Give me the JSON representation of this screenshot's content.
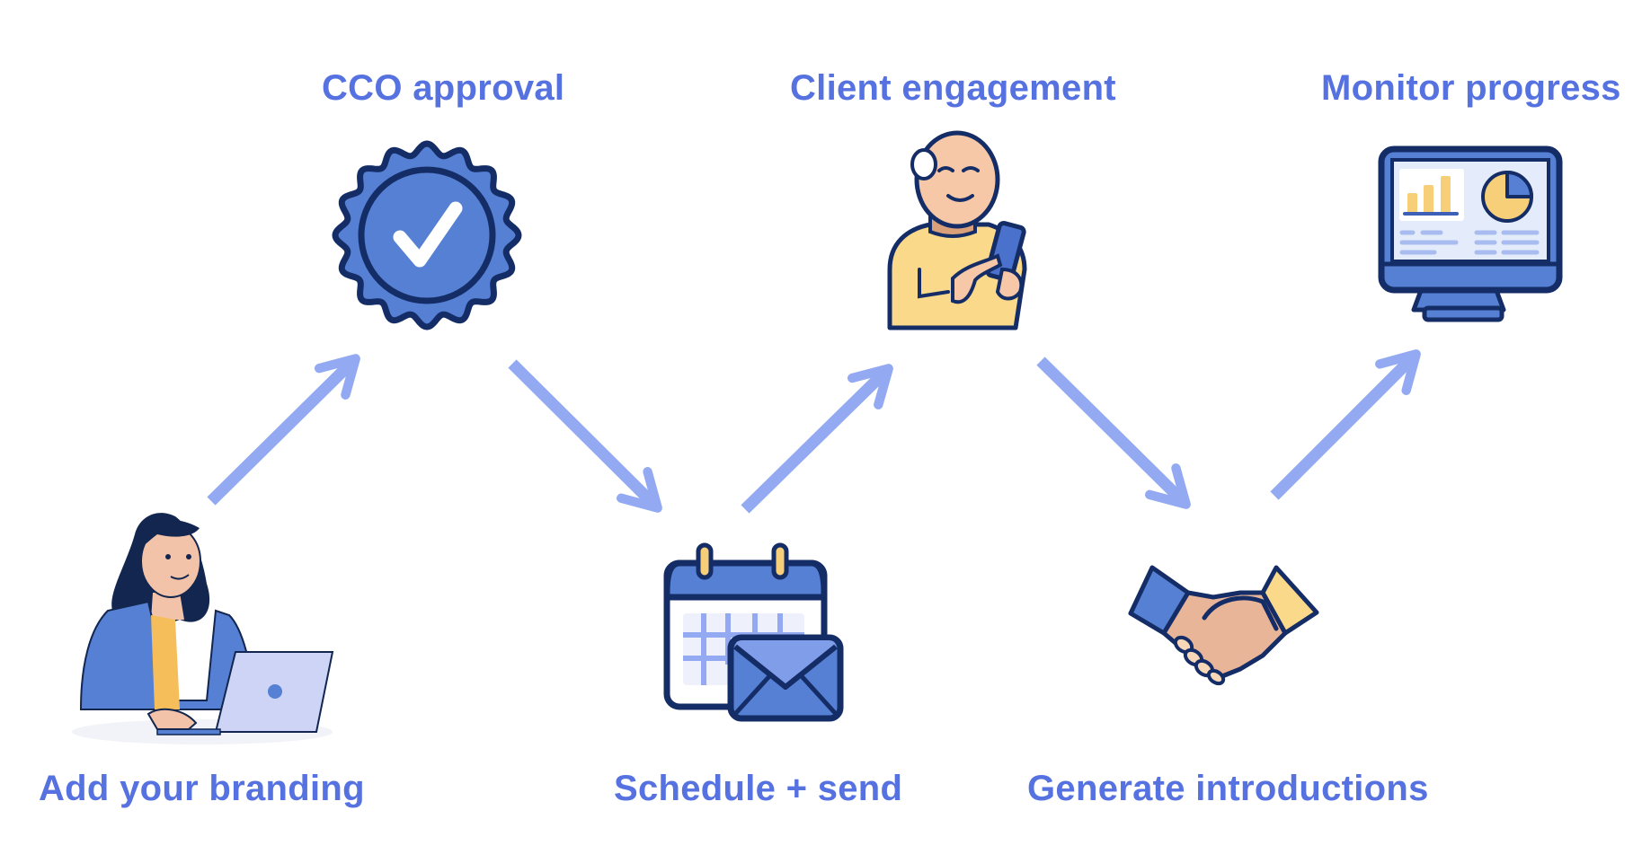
{
  "diagram": {
    "type": "process-flow",
    "steps": [
      {
        "order": 1,
        "label": "Add your branding",
        "icon": "woman-laptop-icon"
      },
      {
        "order": 2,
        "label": "CCO approval",
        "icon": "approval-badge-icon"
      },
      {
        "order": 3,
        "label": "Schedule + send",
        "icon": "calendar-envelope-icon"
      },
      {
        "order": 4,
        "label": "Client engagement",
        "icon": "man-phone-icon"
      },
      {
        "order": 5,
        "label": "Generate introductions",
        "icon": "handshake-icon"
      },
      {
        "order": 6,
        "label": "Monitor progress",
        "icon": "monitor-dashboard-icon"
      }
    ],
    "connectors": [
      {
        "from": 1,
        "to": 2
      },
      {
        "from": 2,
        "to": 3
      },
      {
        "from": 3,
        "to": 4
      },
      {
        "from": 4,
        "to": 5
      },
      {
        "from": 5,
        "to": 6
      }
    ],
    "colors": {
      "label": "#5671e0",
      "arrow": "#93aaf2",
      "primary_blue": "#5580d4",
      "outline": "#152d66",
      "yellow": "#f7cf79",
      "skin": "#f2c3a8"
    }
  }
}
